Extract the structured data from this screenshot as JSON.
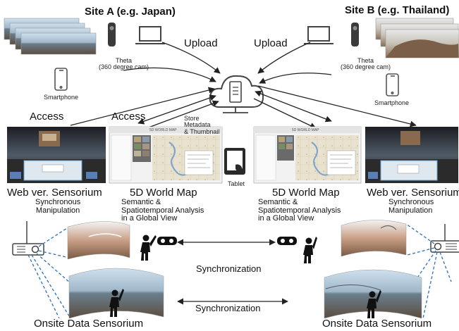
{
  "site_a": {
    "title": "Site A (e.g. Japan)"
  },
  "site_b": {
    "title": "Site B (e.g. Thailand)"
  },
  "upload_a": "Upload",
  "upload_b": "Upload",
  "theta_a": "Theta\n(360 degree cam)",
  "theta_b": "Theta\n(360 degree cam)",
  "smartphone_a": "Smartphone",
  "smartphone_b": "Smartphone",
  "access_a1": "Access",
  "access_a2": "Access",
  "store_label": "Store\nMetadata\n& Thumbnail",
  "tablet_label": "Tablet",
  "web_sensorium_a": "Web ver. Sensorium",
  "web_sensorium_b": "Web ver. Sensorium",
  "world_map_a": "5D World Map",
  "world_map_b": "5D World Map",
  "map_screen_title": "5D WORLD MAP",
  "sync_manip_a": "Synchronous\nManipulation",
  "sync_manip_b": "Synchronous\nManipulation",
  "analysis_a": "Semantic &\nSpatiotemporal Analysis\nin a Global View",
  "analysis_b": "Semantic &\nSpatiotemporal Analysis\nin a Global View",
  "sync_upper": "Synchronization",
  "sync_lower": "Synchronization",
  "onsite_a": "Onsite Data Sensorium",
  "onsite_b": "Onsite Data Sensorium",
  "colors": {
    "dashed_link": "#2e6fb5",
    "arrow": "#222222"
  }
}
